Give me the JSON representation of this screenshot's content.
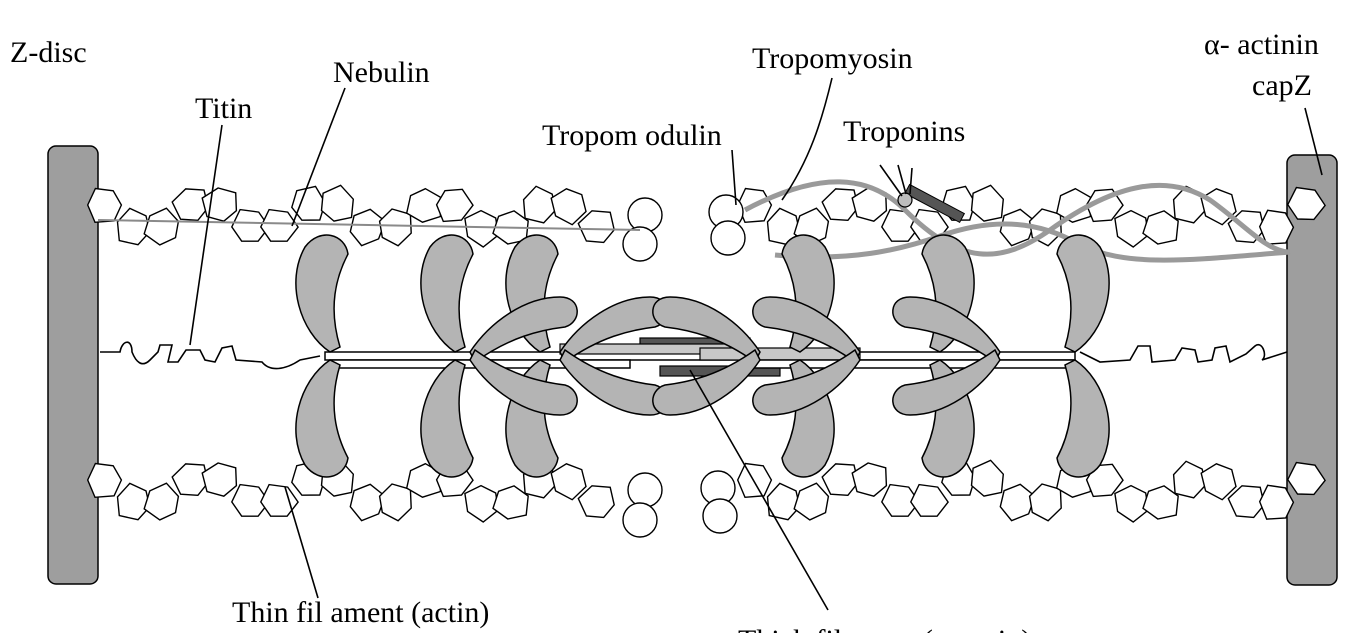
{
  "diagram": {
    "labels": {
      "z_disc": "Z-disc",
      "nebulin": "Nebulin",
      "titin": "Titin",
      "tropomyosin": "Tropomyosin",
      "tropomodulin": "Tropom odulin",
      "troponins": "Troponins",
      "alpha_actinin": "α- actinin",
      "capz": "capZ",
      "thin_filament": "Thin fil ament (actin)",
      "thick_filament": "Thick filament (myosin)"
    },
    "colors": {
      "z_disc": "#9e9e9e",
      "myosin_head": "#b4b4b4",
      "tropomyosin": "#9a9a9a",
      "troponin": "#555555",
      "actin_fill": "#ffffff",
      "outline": "#000000"
    }
  }
}
